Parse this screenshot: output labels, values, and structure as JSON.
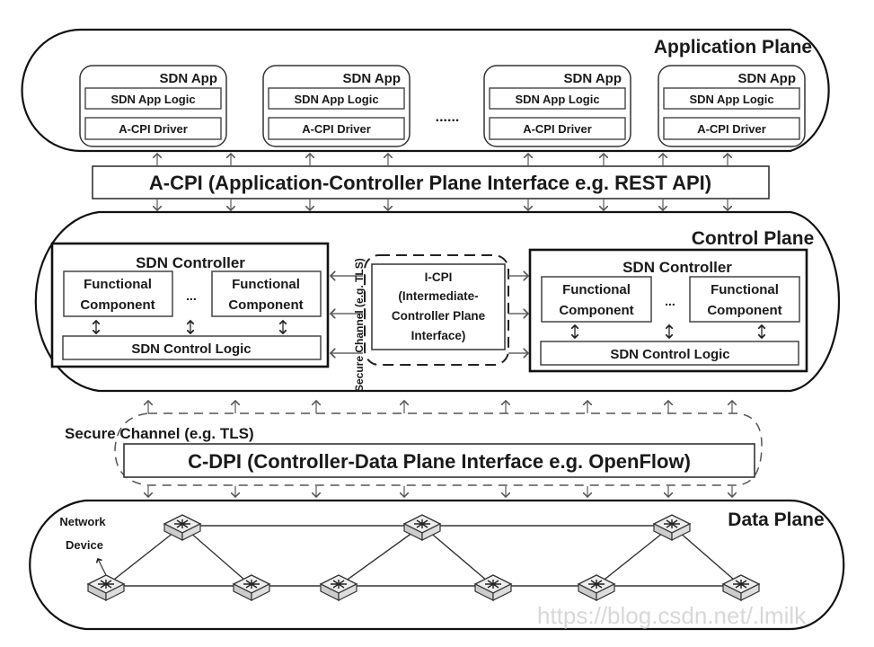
{
  "diagram": {
    "application_plane": {
      "label": "Application Plane",
      "ellipsis": "......",
      "apps": [
        {
          "title": "SDN App",
          "logic": "SDN App Logic",
          "driver": "A-CPI Driver"
        },
        {
          "title": "SDN App",
          "logic": "SDN App Logic",
          "driver": "A-CPI Driver"
        },
        {
          "title": "SDN App",
          "logic": "SDN App Logic",
          "driver": "A-CPI Driver"
        },
        {
          "title": "SDN App",
          "logic": "SDN App Logic",
          "driver": "A-CPI Driver"
        }
      ]
    },
    "a_cpi": {
      "label": "A-CPI (Application-Controller Plane Interface e.g. REST API)"
    },
    "control_plane": {
      "label": "Control Plane",
      "controllers": [
        {
          "title": "SDN Controller",
          "components": [
            {
              "line1": "Functional",
              "line2": "Component"
            },
            {
              "line1": "Functional",
              "line2": "Component"
            }
          ],
          "ellipsis": "...",
          "logic": "SDN Control Logic"
        },
        {
          "title": "SDN Controller",
          "components": [
            {
              "line1": "Functional",
              "line2": "Component"
            },
            {
              "line1": "Functional",
              "line2": "Component"
            }
          ],
          "ellipsis": "...",
          "logic": "SDN Control Logic"
        }
      ],
      "i_cpi": {
        "lines": [
          "I-CPI",
          "(Intermediate-",
          "Controller Plane",
          "Interface)"
        ]
      },
      "vertical_secure_channel": "Secure Channel (e.g. TLS)"
    },
    "c_dpi": {
      "secure_channel_label": "Secure Channel (e.g. TLS)",
      "label": "C-DPI (Controller-Data Plane Interface e.g. OpenFlow)"
    },
    "data_plane": {
      "label": "Data Plane",
      "device_label_line1": "Network",
      "device_label_line2": "Device",
      "devices": [
        {
          "id": "sw1"
        },
        {
          "id": "sw2"
        },
        {
          "id": "sw3"
        },
        {
          "id": "sw4"
        },
        {
          "id": "sw5"
        },
        {
          "id": "sw6"
        },
        {
          "id": "sw7"
        },
        {
          "id": "sw8"
        },
        {
          "id": "sw9"
        }
      ]
    },
    "watermark": "https://blog.csdn.net/.lmilk"
  }
}
